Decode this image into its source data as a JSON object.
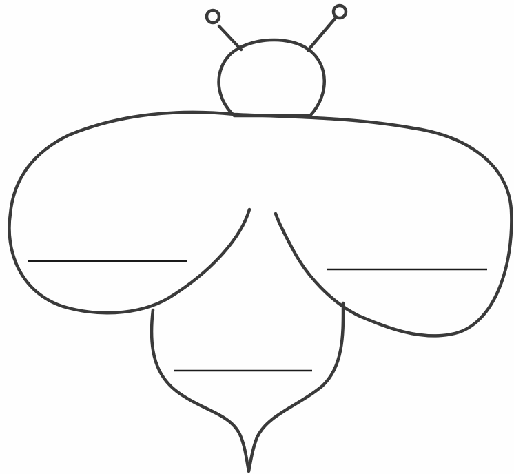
{
  "worksheet": {
    "subject": "bee",
    "blanks": [
      {
        "part": "left-wing",
        "text": ""
      },
      {
        "part": "right-wing",
        "text": ""
      },
      {
        "part": "body",
        "text": ""
      }
    ]
  },
  "colors": {
    "background": "#fefefe",
    "outline": "#3a3a3a",
    "blank_line": "#1a1a1a"
  }
}
